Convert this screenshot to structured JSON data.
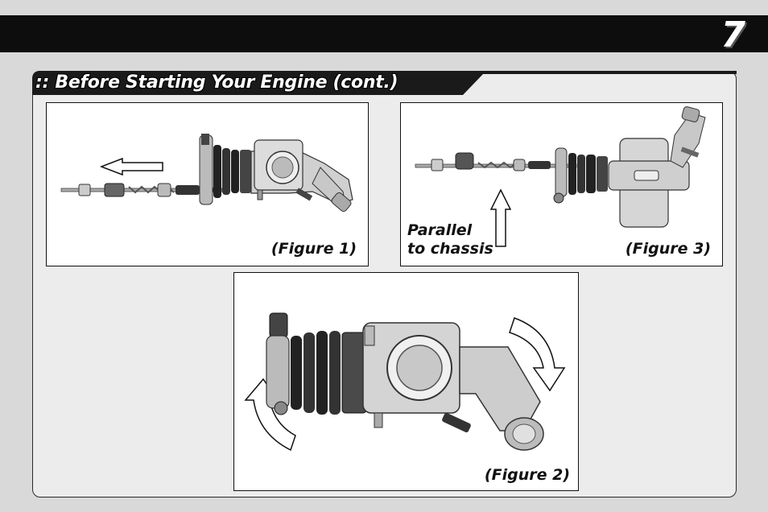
{
  "page": {
    "number": "7"
  },
  "section": {
    "title": ":: Before Starting Your Engine (cont.)"
  },
  "figures": {
    "fig1": {
      "caption": "(Figure 1)"
    },
    "fig2": {
      "caption": "(Figure 2)"
    },
    "fig3": {
      "caption": "(Figure 3)",
      "note_line1": "Parallel",
      "note_line2": "to chassis"
    }
  },
  "colors": {
    "bar": "#0d0d0d",
    "panel": "#ececec",
    "background": "#d9d9d9"
  }
}
